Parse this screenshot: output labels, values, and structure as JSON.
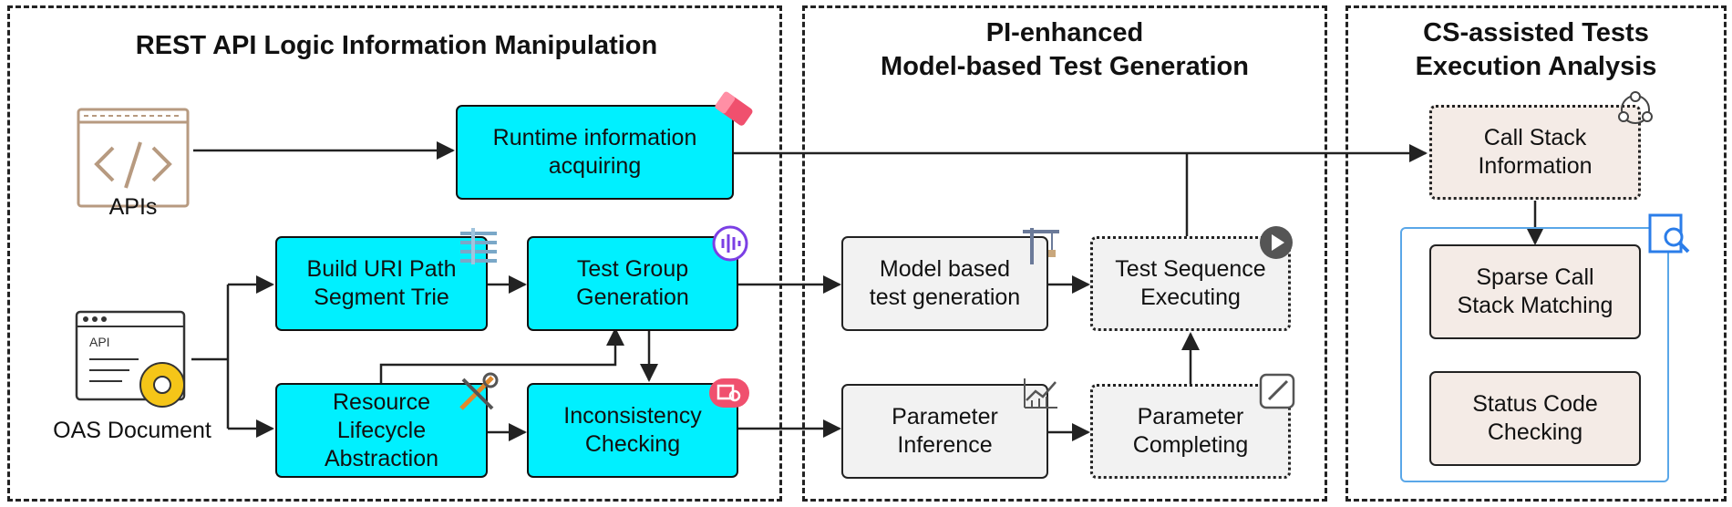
{
  "panels": {
    "left_title": "REST API Logic Information Manipulation",
    "mid_title": "PI-enhanced\nModel-based Test Generation",
    "right_title": "CS-assisted Tests\nExecution Analysis"
  },
  "inputs": {
    "apis_label": "APIs",
    "oas_label": "OAS Document",
    "api_icon_text": "API"
  },
  "boxes": {
    "runtime": "Runtime information\nacquiring",
    "uri_trie": "Build URI Path\nSegment Trie",
    "test_group": "Test Group\nGeneration",
    "resource": "Resource\nLifecycle\nAbstraction",
    "inconsistency": "Inconsistency\nChecking",
    "model_based": "Model based\ntest generation",
    "test_seq": "Test Sequence\nExecuting",
    "param_inference": "Parameter\nInference",
    "param_completing": "Parameter\nCompleting",
    "call_stack": "Call Stack\nInformation",
    "sparse": "Sparse Call\nStack Matching",
    "status": "Status Code\nChecking"
  },
  "colors": {
    "cyan": "#00f0ff",
    "gray": "#f2f2f2",
    "beige": "#f4ebe6",
    "frame_blue": "#5aa7e8",
    "icon_red": "#f0506e",
    "icon_purple": "#7b3fe4"
  }
}
